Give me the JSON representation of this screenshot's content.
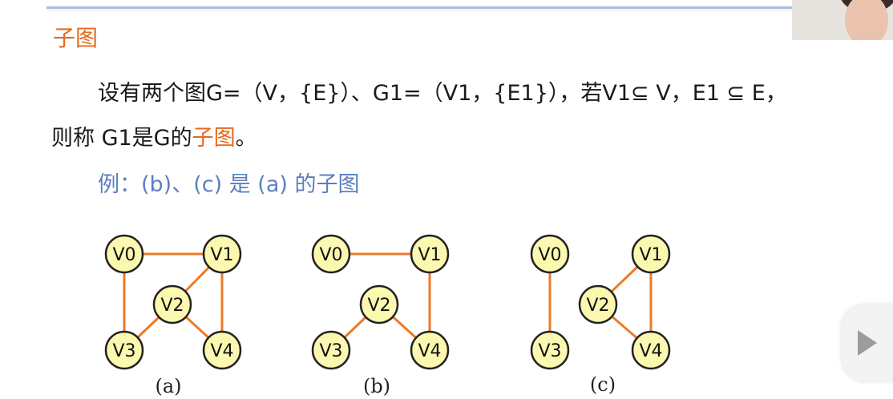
{
  "section_title": "子图",
  "definition_line1": "设有两个图G=（V，{E}）、G1=（V1，{E1}），若V1⊆ V，E1 ⊆ E，",
  "definition_line2_prefix": "则称 G1是G的",
  "definition_line2_highlight": "子图",
  "definition_line2_suffix": "。",
  "example": "例：(b)、(c) 是 (a) 的子图",
  "colors": {
    "title": "#e46a1f",
    "example": "#5b7fc0",
    "edge": "#ec7a26",
    "node_fill": "#fdf8b0"
  },
  "graphs": [
    {
      "caption": "(a)",
      "nodes": [
        "V0",
        "V1",
        "V2",
        "V3",
        "V4"
      ],
      "edges": [
        [
          "V0",
          "V1"
        ],
        [
          "V0",
          "V3"
        ],
        [
          "V1",
          "V2"
        ],
        [
          "V1",
          "V4"
        ],
        [
          "V2",
          "V3"
        ],
        [
          "V2",
          "V4"
        ]
      ]
    },
    {
      "caption": "(b)",
      "nodes": [
        "V0",
        "V1",
        "V2",
        "V3",
        "V4"
      ],
      "edges": [
        [
          "V0",
          "V1"
        ],
        [
          "V1",
          "V4"
        ],
        [
          "V2",
          "V3"
        ],
        [
          "V2",
          "V4"
        ]
      ]
    },
    {
      "caption": "(c)",
      "nodes": [
        "V0",
        "V1",
        "V2",
        "V3",
        "V4"
      ],
      "edges": [
        [
          "V0",
          "V3"
        ],
        [
          "V1",
          "V2"
        ],
        [
          "V1",
          "V4"
        ],
        [
          "V2",
          "V4"
        ]
      ]
    }
  ]
}
